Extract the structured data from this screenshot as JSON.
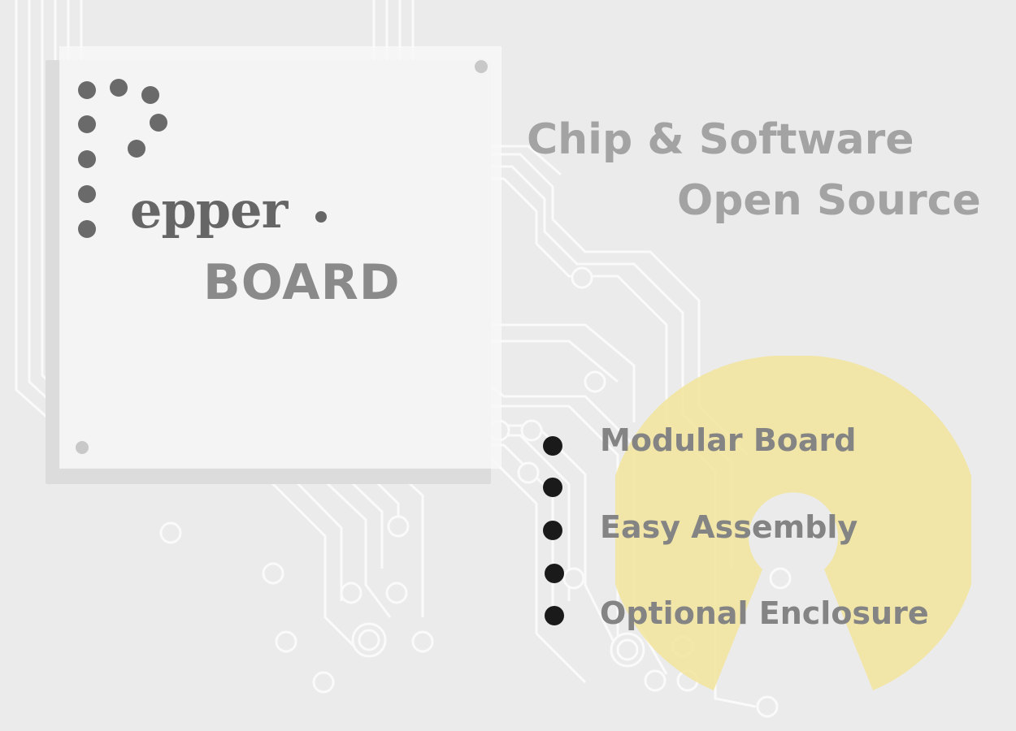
{
  "brand": {
    "wordmark": "epper",
    "subtitle": "BOARD"
  },
  "tagline": {
    "line1": "Chip & Software",
    "line2": "Open Source"
  },
  "features": [
    {
      "label": "Modular Board"
    },
    {
      "label": ""
    },
    {
      "label": "Easy Assembly"
    },
    {
      "label": ""
    },
    {
      "label": "Optional Enclosure"
    }
  ],
  "colors": {
    "background": "#ebebeb",
    "chip": "#f7f7f7",
    "logo_gray": "#666666",
    "tagline_gray": "#a3a3a3",
    "feature_gray": "#848484",
    "open_source_yellow": "#f2e6a0",
    "bullet": "#1a1a1a"
  },
  "icons": {
    "logo": "pepper-dotted-p-logo",
    "open_source_mark": "open-source-keyhole-icon"
  }
}
